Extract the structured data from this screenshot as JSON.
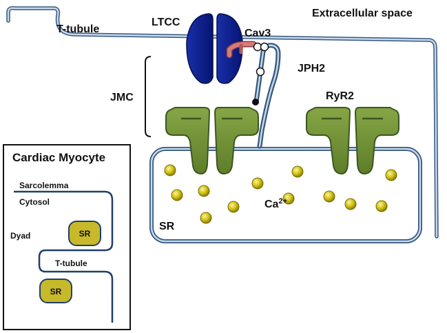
{
  "labels": {
    "t_tubule": "T-tubule",
    "ltcc": "LTCC",
    "extracellular": "Extracellular space",
    "cav3": "Cav3",
    "jph2": "JPH2",
    "jmc": "JMC",
    "ryr2": "RyR2",
    "sr": "SR",
    "ca": "Ca",
    "ca_charge": "2+"
  },
  "inset": {
    "title": "Cardiac Myocyte",
    "sarcolemma": "Sarcolemma",
    "cytosol": "Cytosol",
    "dyad": "Dyad",
    "sr_top": "SR",
    "t_tubule": "T-tubule",
    "sr_bottom": "SR"
  },
  "colors": {
    "membrane_fill": "#c9d9ec",
    "membrane_stroke": "#35587e",
    "ltcc": "#0a1e8c",
    "cav3": "#c96a6a",
    "ryr2": "#6f8f33",
    "ryr2_dark": "#3b5620",
    "calcium": "#d2c312",
    "sr_inset_fill": "#c7b92a",
    "inset_line": "#1f3f68"
  }
}
